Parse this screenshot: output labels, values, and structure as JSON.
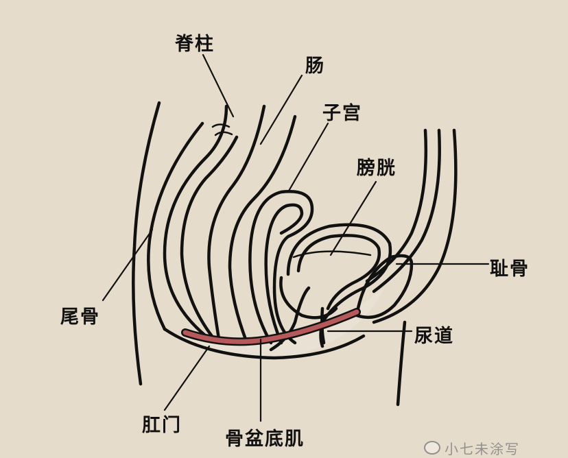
{
  "labels": {
    "spine": "脊柱",
    "intestine": "肠",
    "uterus": "子宫",
    "bladder": "膀胱",
    "pubic_bone": "耻骨",
    "coccyx": "尾骨",
    "urethra": "尿道",
    "anus": "肛门",
    "pelvic_floor": "骨盆底肌"
  },
  "watermark": {
    "text": "小七未涂写"
  },
  "colors": {
    "background": "#e6dccb",
    "outline": "#111111",
    "pelvic_floor_muscle": "#b5595a",
    "organ_fill": "#f3efe6"
  }
}
